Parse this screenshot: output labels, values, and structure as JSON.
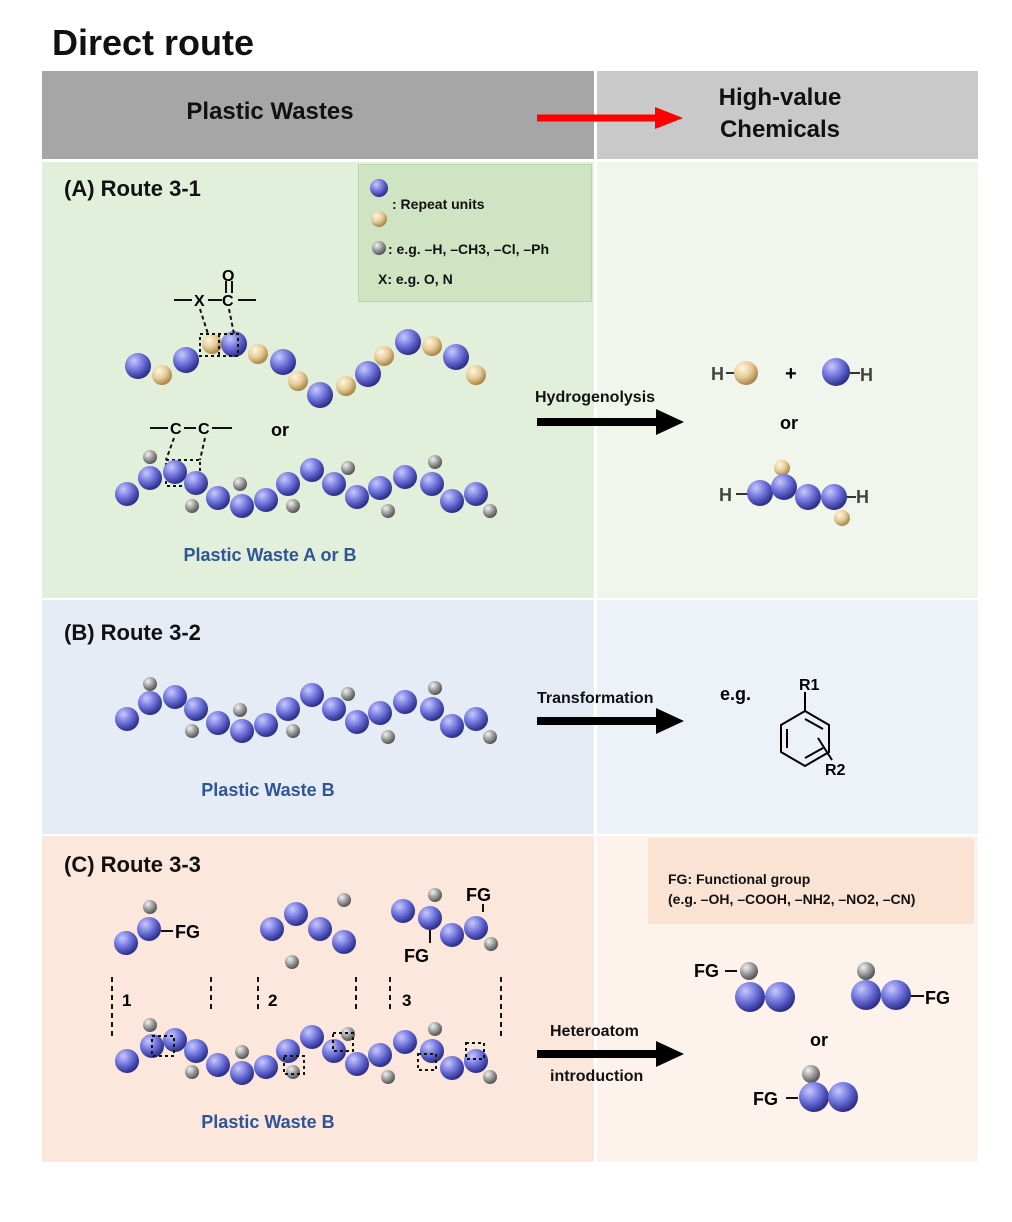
{
  "title": "Direct route",
  "header": {
    "left": "Plastic Wastes",
    "right_line1": "High-value",
    "right_line2": "Chemicals"
  },
  "legend": {
    "repeat_units": ": Repeat units",
    "substituents": ": e.g. –H, –CH3, –Cl, –Ph",
    "x": "X: e.g. O, N"
  },
  "route_a": {
    "title": "(A) Route 3-1",
    "or": "or",
    "caption": "Plastic Waste A or B",
    "arrow_label": "Hydrogenolysis",
    "product_or": "or",
    "plus": "+"
  },
  "route_b": {
    "title": "(B) Route 3-2",
    "caption": "Plastic Waste B",
    "arrow_label": "Transformation",
    "eg": "e.g."
  },
  "route_c": {
    "title": "(C) Route 3-3",
    "caption": "Plastic Waste B",
    "arrow_label_1": "Heteroatom",
    "arrow_label_2": "introduction",
    "fg_note_1": "FG: Functional group",
    "fg_note_2": "(e.g. –OH, –COOH, –NH2, –NO2, –CN)",
    "product_or": "or",
    "markers": [
      "1",
      "2",
      "3"
    ]
  },
  "atoms": {
    "h": "H",
    "fg": "FG",
    "o": "O",
    "x": "X",
    "c": "C",
    "r1": "R1",
    "r2": "R2"
  },
  "colors": {
    "blue_bead": "#6b6fd8",
    "tan_bead": "#e6cb96",
    "gray_bead": "#9a9a9a",
    "route_a_bg": "#e2efda",
    "route_b_bg": "#e6ecf5",
    "route_c_bg": "#fbe7dc",
    "red_arrow": "#ff0000"
  }
}
